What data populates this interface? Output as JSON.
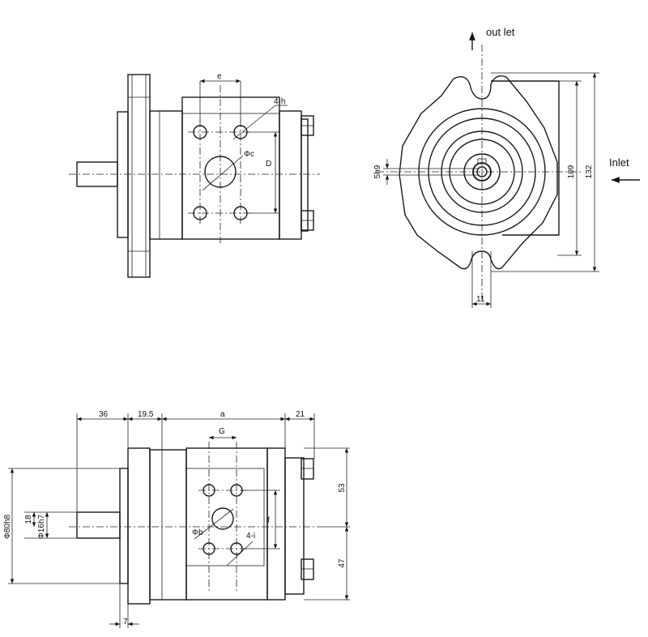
{
  "labels": {
    "outlet": "out let",
    "inlet": "Inlet",
    "e": "e",
    "four_h": "4-h",
    "phi_c": "Φc",
    "D": "D",
    "five_h9": "5h9",
    "d109": "109",
    "d132": "132",
    "d11": "11",
    "d36": "36",
    "d19_5": "19.5",
    "a": "a",
    "d21": "21",
    "G": "G",
    "d53": "53",
    "d47": "47",
    "phi80h8": "Φ80h8",
    "d18": "18",
    "phi16h7": "Φ16h7",
    "f": "f",
    "phi_b": "Φb",
    "four_i": "4-i",
    "d7": "7"
  }
}
